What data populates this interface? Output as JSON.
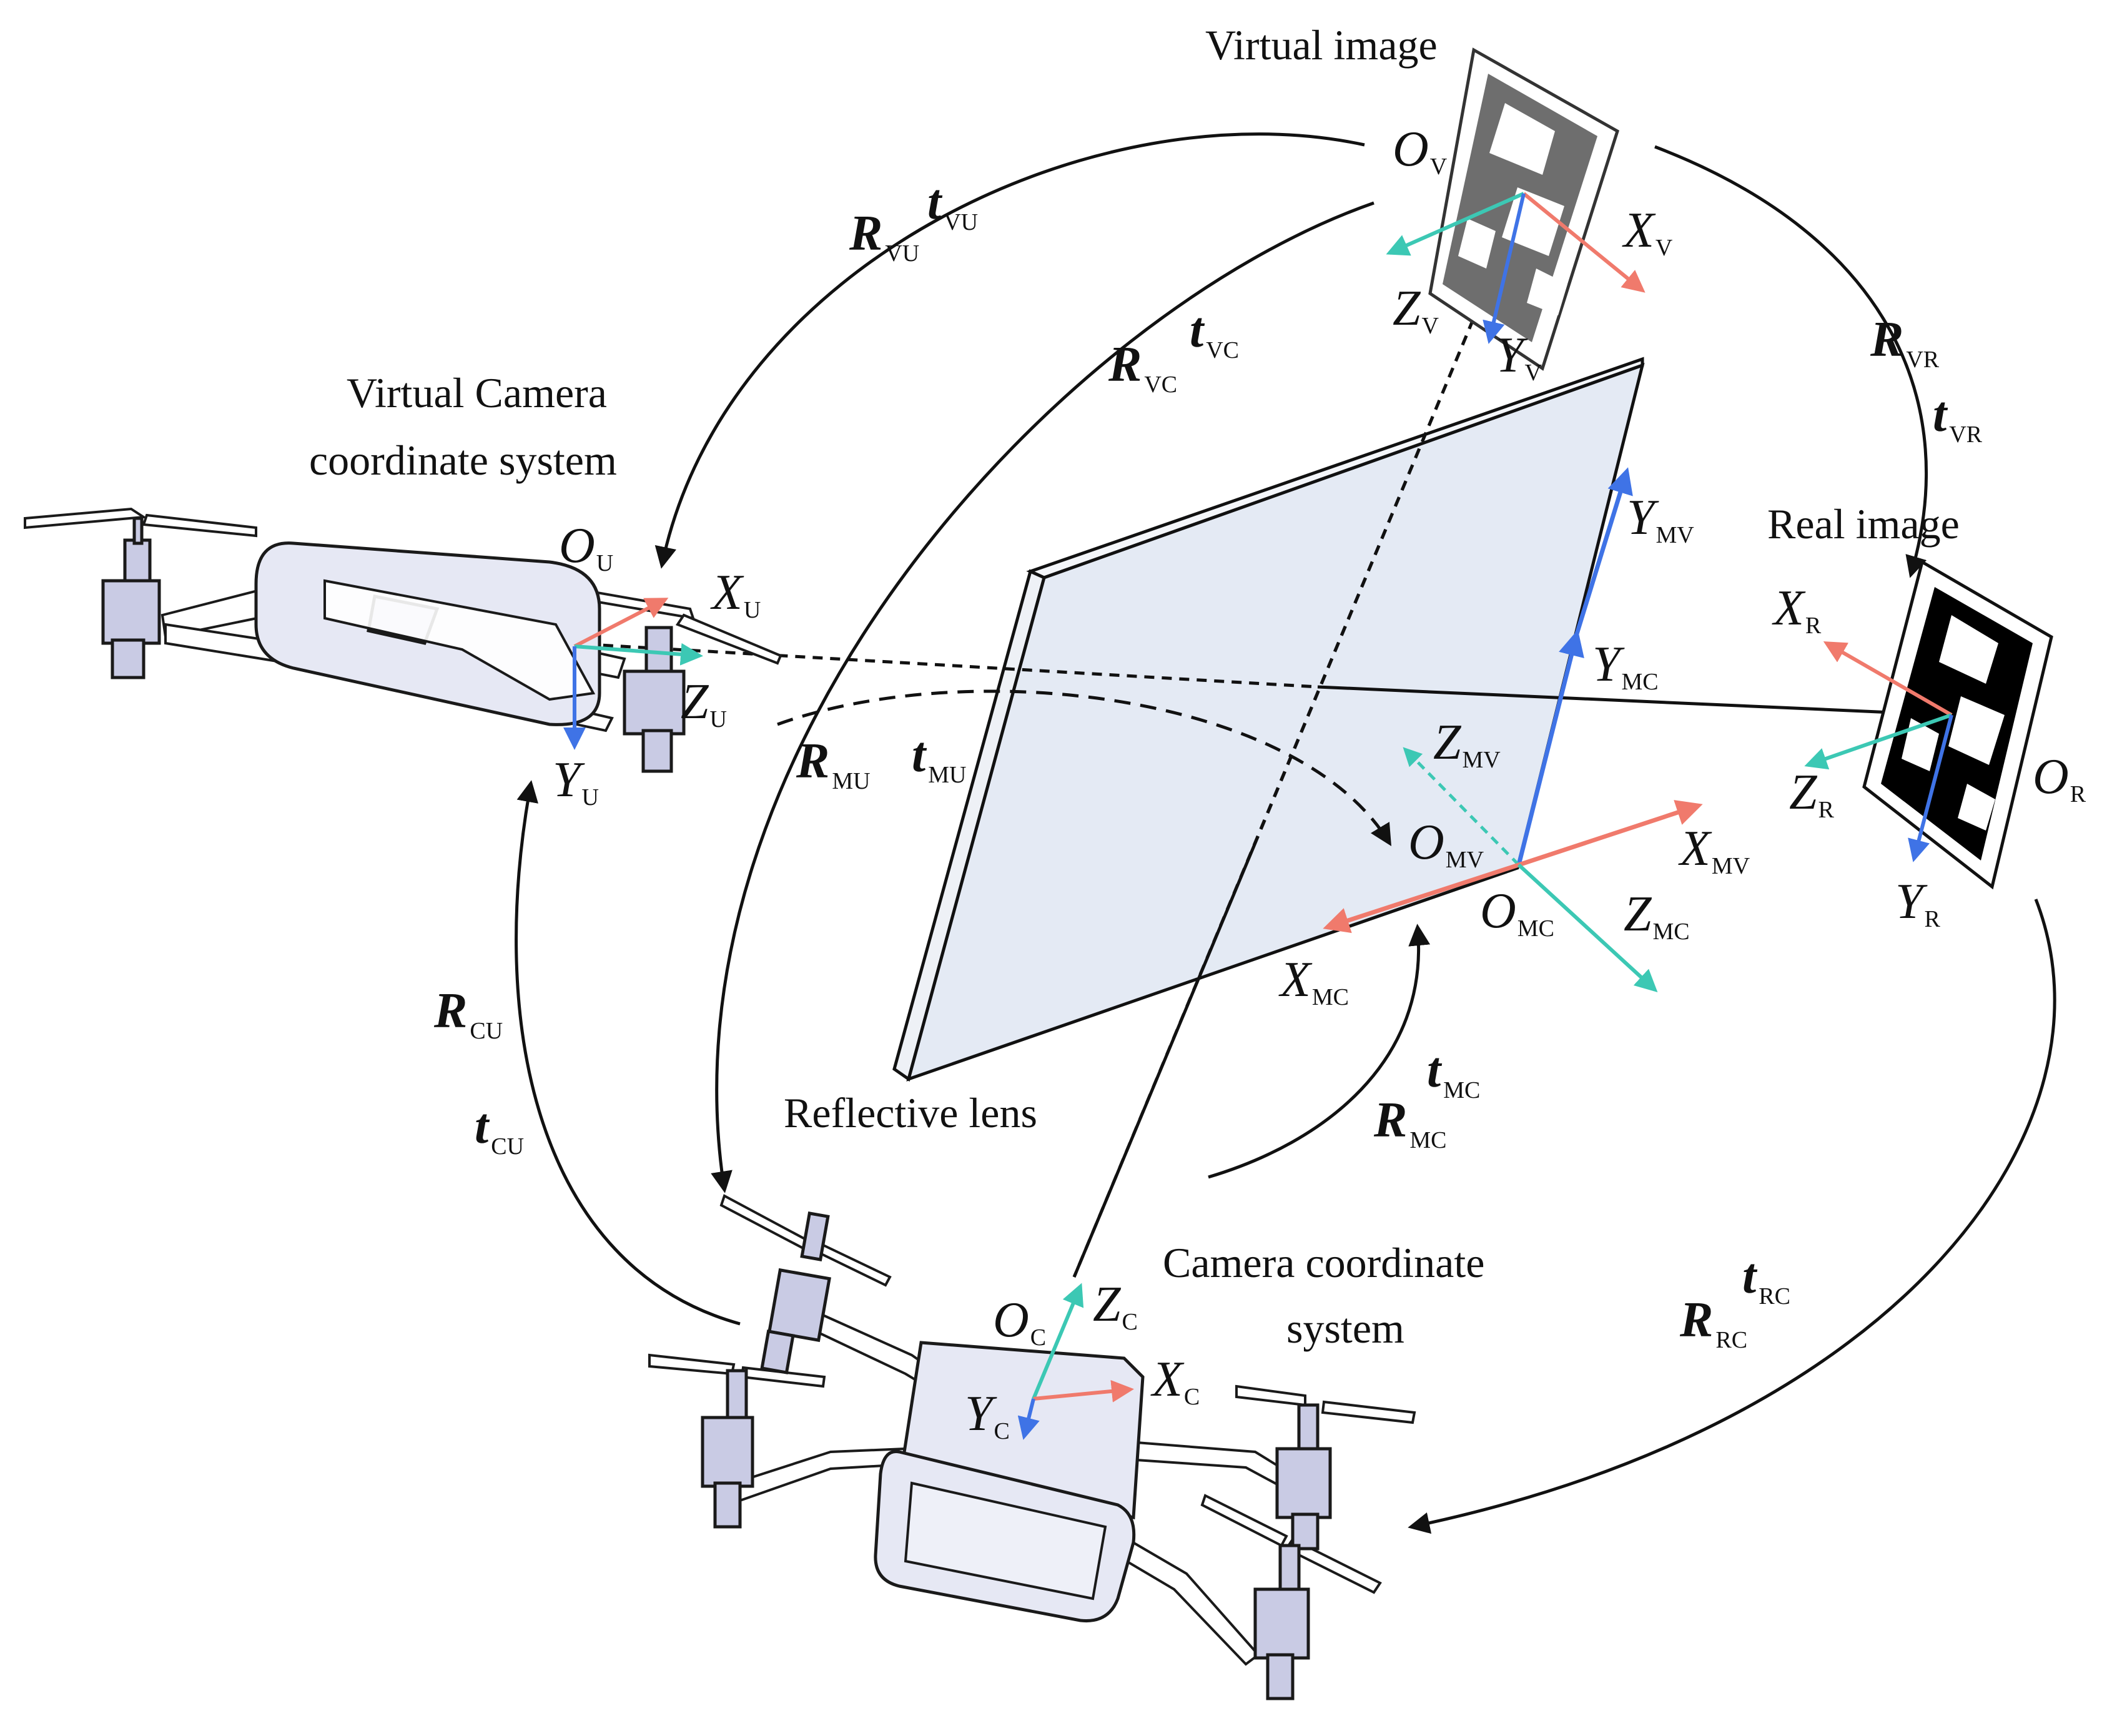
{
  "labels": {
    "virtual_image": "Virtual image",
    "real_image": "Real image",
    "virtual_camera": [
      "Virtual Camera",
      "coordinate system"
    ],
    "camera": [
      "Camera coordinate",
      "system"
    ],
    "reflective_lens": "Reflective lens"
  },
  "frames": {
    "V": {
      "O": [
        "O",
        "V"
      ],
      "X": [
        "X",
        "V"
      ],
      "Y": [
        "Y",
        "V"
      ],
      "Z": [
        "Z",
        "V"
      ]
    },
    "U": {
      "O": [
        "O",
        "U"
      ],
      "X": [
        "X",
        "U"
      ],
      "Y": [
        "Y",
        "U"
      ],
      "Z": [
        "Z",
        "U"
      ]
    },
    "R": {
      "O": [
        "O",
        "R"
      ],
      "X": [
        "X",
        "R"
      ],
      "Y": [
        "Y",
        "R"
      ],
      "Z": [
        "Z",
        "R"
      ]
    },
    "C": {
      "O": [
        "O",
        "C"
      ],
      "X": [
        "X",
        "C"
      ],
      "Y": [
        "Y",
        "C"
      ],
      "Z": [
        "Z",
        "C"
      ]
    },
    "MV": {
      "O": [
        "O",
        "MV"
      ],
      "X": [
        "X",
        "MV"
      ],
      "Y": [
        "Y",
        "MV"
      ],
      "Z": [
        "Z",
        "MV"
      ]
    },
    "MC": {
      "O": [
        "O",
        "MC"
      ],
      "X": [
        "X",
        "MC"
      ],
      "Y": [
        "Y",
        "MC"
      ],
      "Z": [
        "Z",
        "MC"
      ]
    }
  },
  "transforms": {
    "R_VU": [
      "R",
      "VU"
    ],
    "t_VU": [
      "t",
      "VU"
    ],
    "R_VC": [
      "R",
      "VC"
    ],
    "t_VC": [
      "t",
      "VC"
    ],
    "R_VR": [
      "R",
      "VR"
    ],
    "t_VR": [
      "t",
      "VR"
    ],
    "R_MU": [
      "R",
      "MU"
    ],
    "t_MU": [
      "t",
      "MU"
    ],
    "R_CU": [
      "R",
      "CU"
    ],
    "t_CU": [
      "t",
      "CU"
    ],
    "R_MC": [
      "R",
      "MC"
    ],
    "t_MC": [
      "t",
      "MC"
    ],
    "R_RC": [
      "R",
      "RC"
    ],
    "t_RC": [
      "t",
      "RC"
    ]
  },
  "colors": {
    "x_axis": "#f07a6c",
    "y_axis": "#3f73e6",
    "z_axis": "#3cc8b4",
    "lens_face": "#e4eaf4",
    "marker_dark": "#000000",
    "marker_virtual": "#6e6e6e"
  }
}
